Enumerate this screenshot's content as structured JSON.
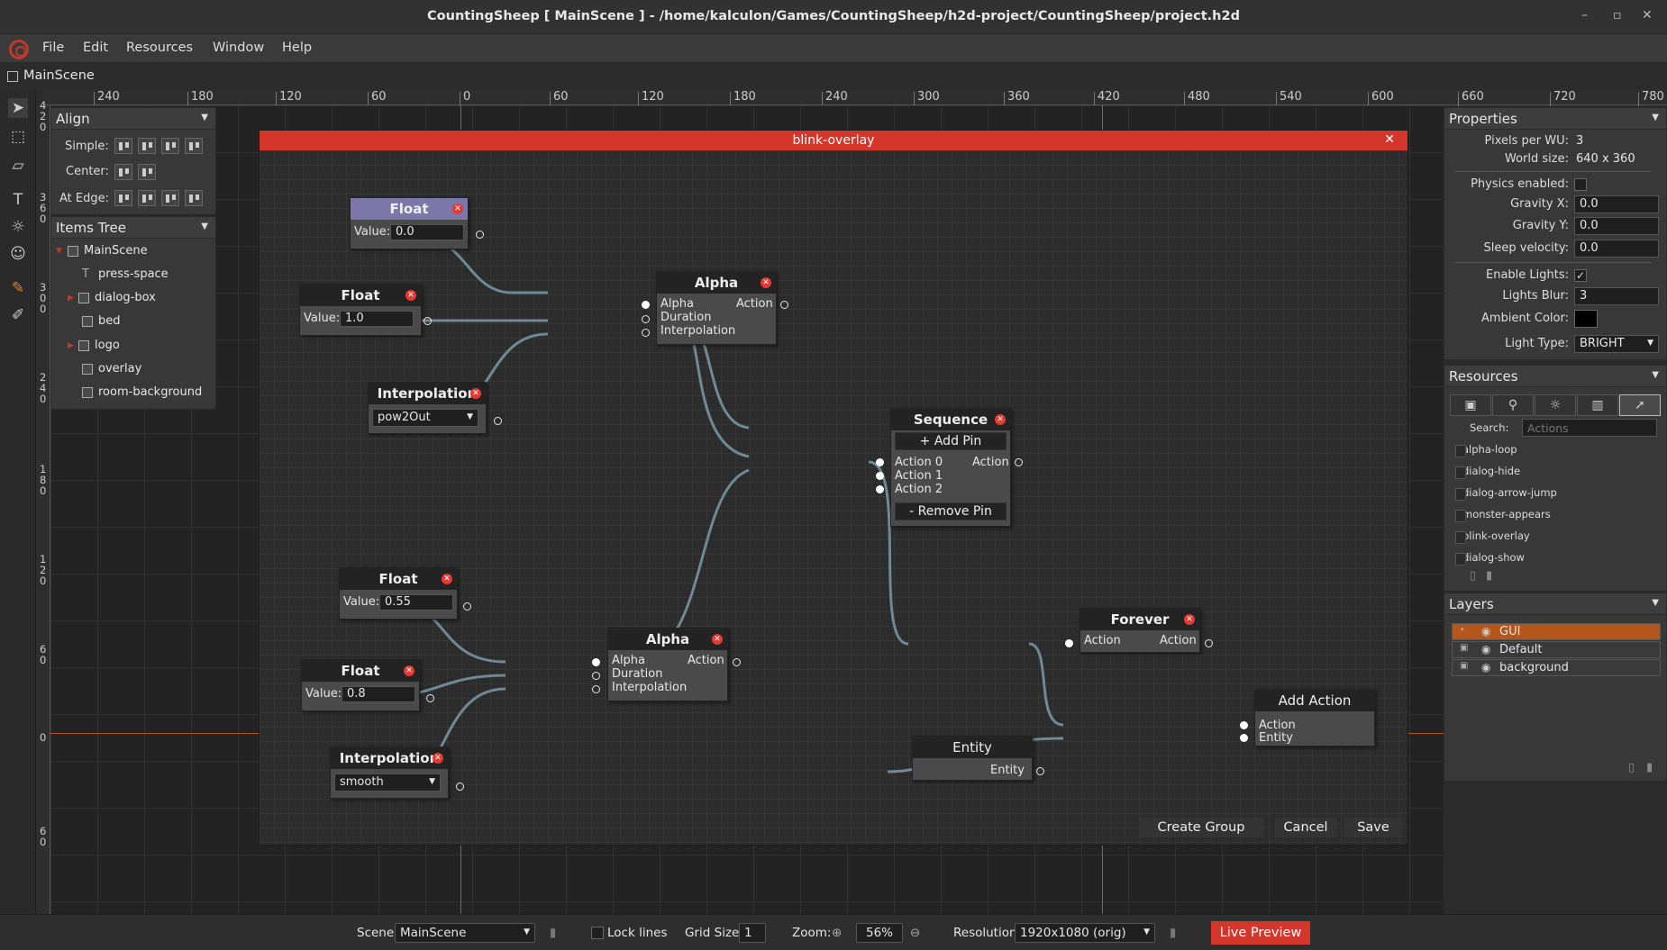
{
  "window": {
    "title": "CountingSheep [ MainScene ] - /home/kalculon/Games/CountingSheep/h2d-project/CountingSheep/project.h2d"
  },
  "menu": [
    "File",
    "Edit",
    "Resources",
    "Window",
    "Help"
  ],
  "scene_tab": "MainScene",
  "ruler_top": [
    "240",
    "180",
    "120",
    "60",
    "0",
    "60",
    "120",
    "180",
    "240",
    "300",
    "360",
    "420",
    "480",
    "540",
    "600",
    "660",
    "720",
    "780"
  ],
  "ruler_left": [
    "420",
    "360",
    "300",
    "240",
    "180",
    "120",
    "60",
    "0",
    "60"
  ],
  "align": {
    "title": "Align",
    "simple": "Simple:",
    "center": "Center:",
    "at_edge": "At Edge:"
  },
  "items_tree": {
    "title": "Items Tree",
    "items": [
      "MainScene",
      "press-space",
      "dialog-box",
      "bed",
      "logo",
      "overlay",
      "room-background"
    ]
  },
  "properties": {
    "title": "Properties",
    "pixels_per_wu_label": "Pixels per WU:",
    "pixels_per_wu": "3",
    "world_size_label": "World size:",
    "world_size": "640 x 360",
    "physics_label": "Physics enabled:",
    "gravity_x_label": "Gravity X:",
    "gravity_x": "0.0",
    "gravity_y_label": "Gravity Y:",
    "gravity_y": "0.0",
    "sleep_label": "Sleep velocity:",
    "sleep": "0.0",
    "lights_label": "Enable Lights:",
    "lights_check": "✓",
    "blur_label": "Lights Blur:",
    "blur": "3",
    "ambient_label": "Ambient Color:",
    "light_type_label": "Light Type:",
    "light_type": "BRIGHT"
  },
  "resources": {
    "title": "Resources",
    "search_label": "Search:",
    "search_placeholder": "Actions",
    "items": [
      "alpha-loop",
      "dialog-hide",
      "dialog-arrow-jump",
      "monster-appears",
      "blink-overlay",
      "dialog-show"
    ]
  },
  "layers": {
    "title": "Layers",
    "items": [
      "GUI",
      "Default",
      "background"
    ]
  },
  "modal": {
    "title": "blink-overlay",
    "close": "✕",
    "float1": {
      "title": "Float",
      "label": "Value:",
      "value": "0.0"
    },
    "float2": {
      "title": "Float",
      "label": "Value:",
      "value": "1.0"
    },
    "interp1": {
      "title": "Interpolation",
      "value": "pow2Out"
    },
    "alpha1": {
      "title": "Alpha",
      "alpha": "Alpha",
      "duration": "Duration",
      "interpolation": "Interpolation",
      "action": "Action"
    },
    "sequence": {
      "title": "Sequence",
      "add_pin": "+ Add Pin",
      "a0": "Action 0",
      "a1": "Action 1",
      "a2": "Action 2",
      "action": "Action",
      "remove_pin": "- Remove Pin"
    },
    "float3": {
      "title": "Float",
      "label": "Value:",
      "value": "0.55"
    },
    "float4": {
      "title": "Float",
      "label": "Value:",
      "value": "0.8"
    },
    "interp2": {
      "title": "Interpolation",
      "value": "smooth"
    },
    "alpha2": {
      "title": "Alpha",
      "alpha": "Alpha",
      "duration": "Duration",
      "interpolation": "Interpolation",
      "action": "Action"
    },
    "forever": {
      "title": "Forever",
      "in": "Action",
      "out": "Action"
    },
    "add_action": {
      "title": "Add Action",
      "action": "Action",
      "entity": "Entity"
    },
    "entity": {
      "title": "Entity",
      "out": "Entity"
    },
    "create_group": "Create Group",
    "cancel": "Cancel",
    "save": "Save"
  },
  "status": {
    "scene_label": "Scene:",
    "scene": "MainScene",
    "lock_lines": "Lock lines",
    "grid_label": "Grid Size:",
    "grid": "1",
    "zoom_label": "Zoom:",
    "zoom": "56%",
    "res_label": "Resolution:",
    "res": "1920x1080 (orig)",
    "live_preview": "Live Preview"
  },
  "colors": {
    "accent": "#d4362b",
    "gui_layer": "#b5571d",
    "purple_node": "#7b77a8"
  }
}
